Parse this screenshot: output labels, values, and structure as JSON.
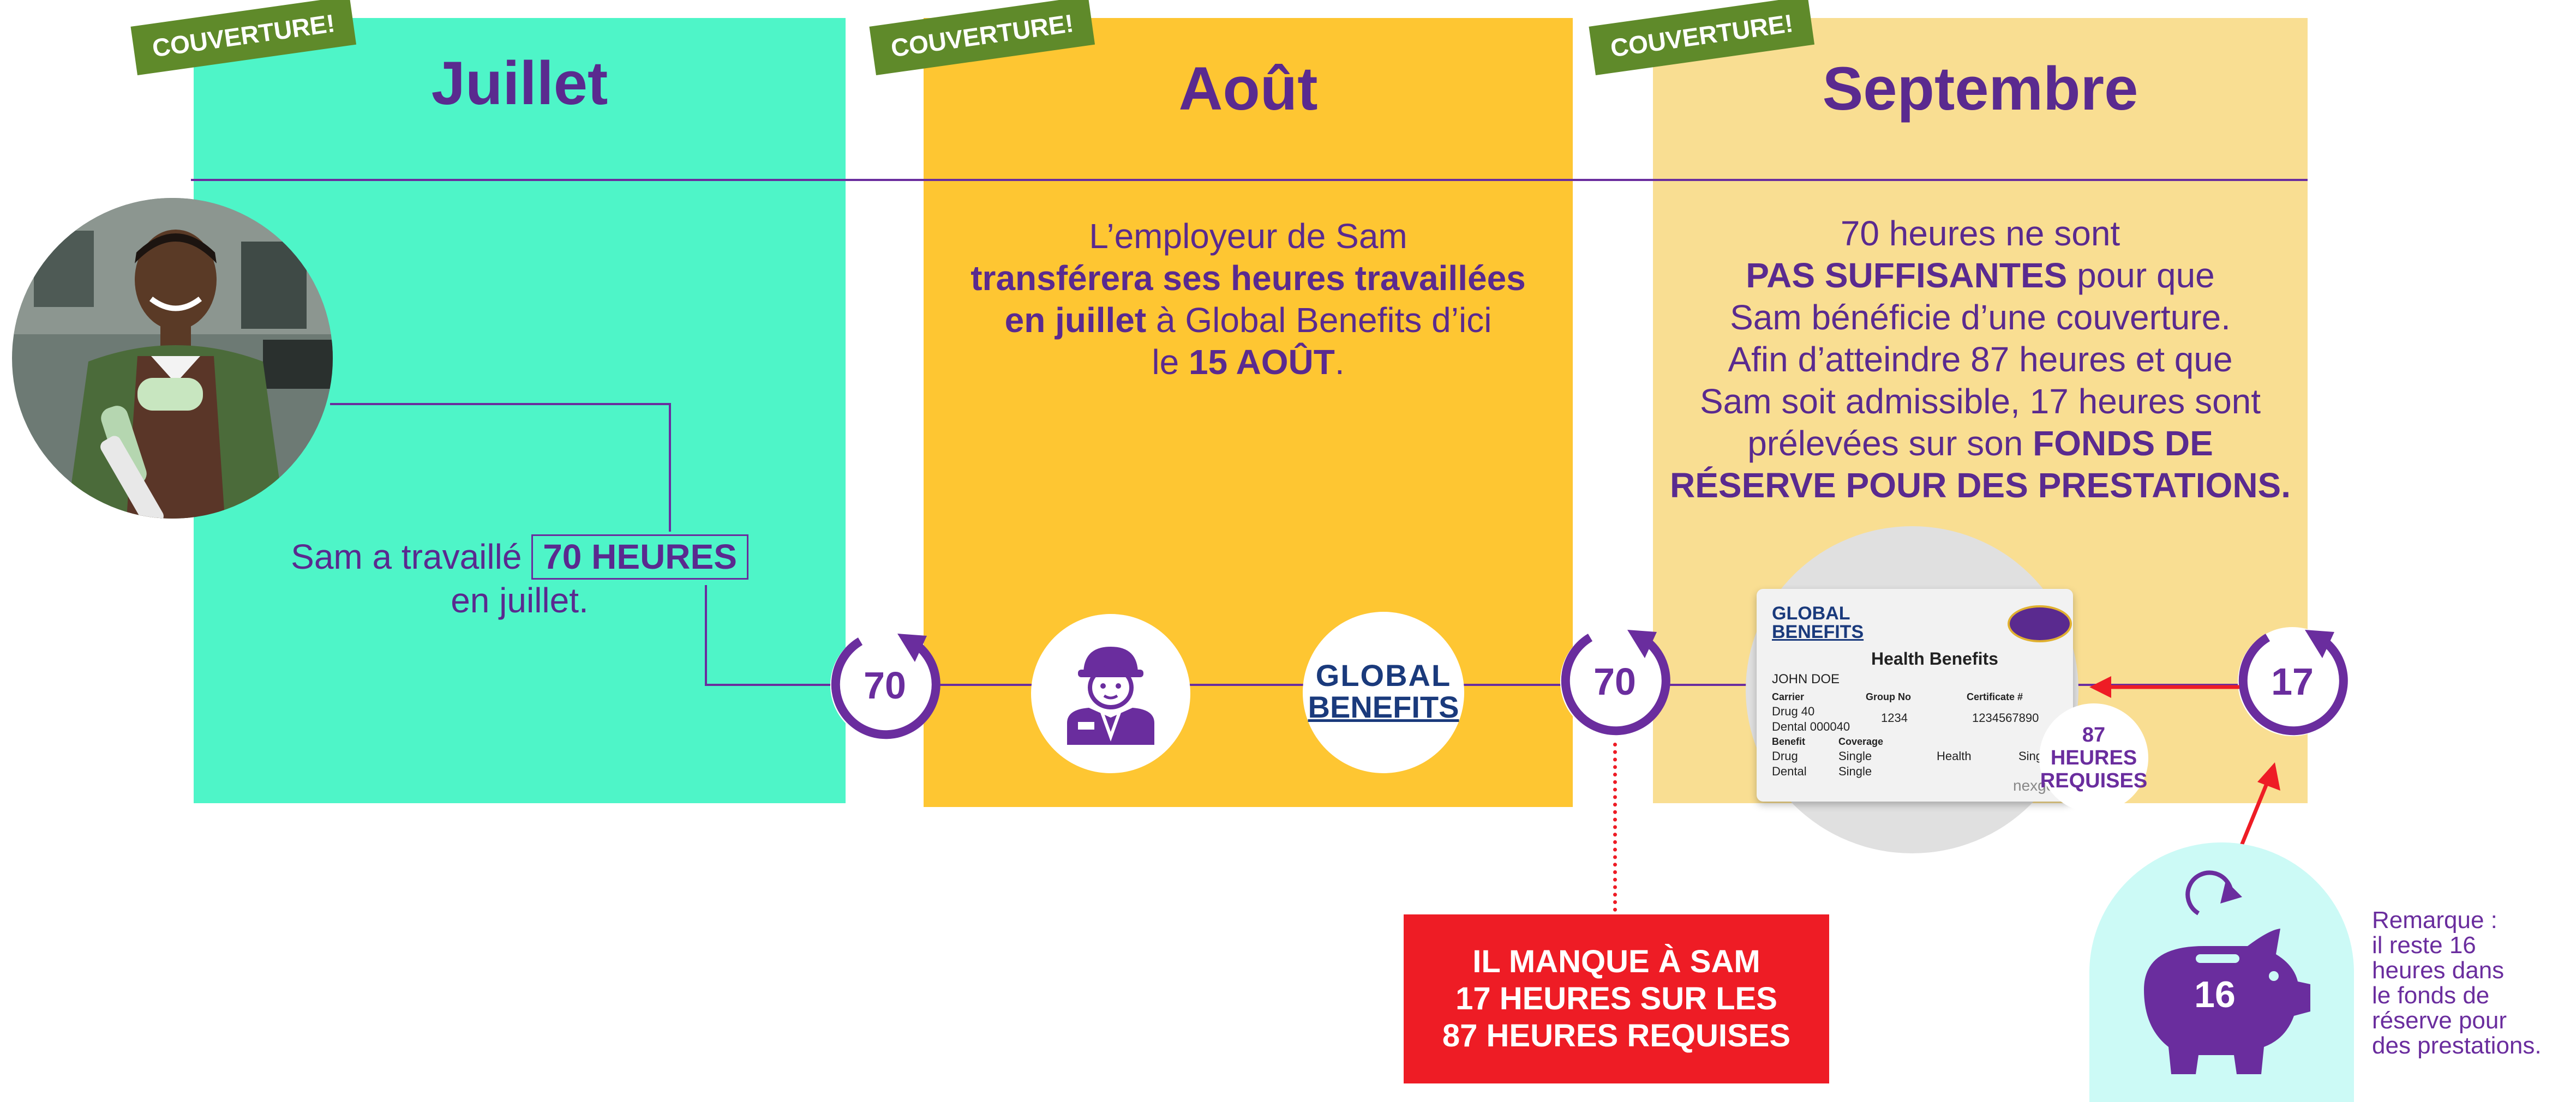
{
  "badge_label": "COUVERTURE!",
  "months": {
    "july": "Juillet",
    "august": "Août",
    "september": "Septembre"
  },
  "july": {
    "text_line1": "Sam a travaillé",
    "hours_highlight": "70 HEURES",
    "text_line2": "en juillet."
  },
  "august": {
    "line1": "L’employeur de Sam",
    "bold1": "transférera ses heures travaillées",
    "bold2": "en juillet",
    "line3_rest": " à Global Benefits d’ici",
    "line4_prefix": "le ",
    "date": "15 AOÛT",
    "line4_suffix": "."
  },
  "september": {
    "l1": "70 heures ne sont",
    "bold1": "PAS SUFFISANTES",
    "l2_rest": " pour que",
    "l3": "Sam bénéficie d’une couverture.",
    "l4": "Afin d’atteindre 87 heures et que",
    "l5": "Sam soit admissible, 17 heures sont",
    "l6": "prélevées sur son ",
    "bold2": "FONDS DE",
    "bold3": "RÉSERVE POUR DES PRESTATIONS."
  },
  "counters": {
    "first": "70",
    "second": "70",
    "third": "17",
    "piggy": "16"
  },
  "global_benefits_logo": {
    "line1": "GLOBAL",
    "line2": "BENEFITS"
  },
  "card": {
    "logo_l1": "GLOBAL",
    "logo_l2": "BENEFITS",
    "title": "Health Benefits",
    "name": "JOHN DOE",
    "col1": "Carrier",
    "col2": "Group No",
    "col3": "Certificate #",
    "drug": "Drug 40",
    "dental": "Dental 000040",
    "group_no": "1234",
    "cert_no": "1234567890",
    "benefit": "Benefit",
    "coverage": "Coverage",
    "drug2": "Drug",
    "single1": "Single",
    "health": "Health",
    "single3": "Single",
    "dental2": "Dental",
    "single2": "Single",
    "brand": "nexgen"
  },
  "required_badge": {
    "l1": "87 HEURES",
    "l2": "REQUISES"
  },
  "missing_box": {
    "l1": "IL MANQUE À SAM",
    "l2": "17 HEURES SUR LES",
    "l3": "87 HEURES REQUISES"
  },
  "note": {
    "l1": "Remarque :",
    "l2": "il reste 16",
    "l3": "heures dans",
    "l4": "le fonds de",
    "l5": "réserve pour",
    "l6": "des prestations."
  },
  "icons": {
    "worker": "worker-person-icon",
    "piggy": "piggy-bank-icon",
    "refresh": "circular-arrow-icon"
  },
  "colors": {
    "purple": "#5a2a8f",
    "teal": "#4ef5c8",
    "yellow": "#fec632",
    "light_yellow": "#f9de92",
    "green_badge": "#5f8a2a",
    "red": "#ee1c25",
    "cyan_circle": "#ccfaf6"
  }
}
